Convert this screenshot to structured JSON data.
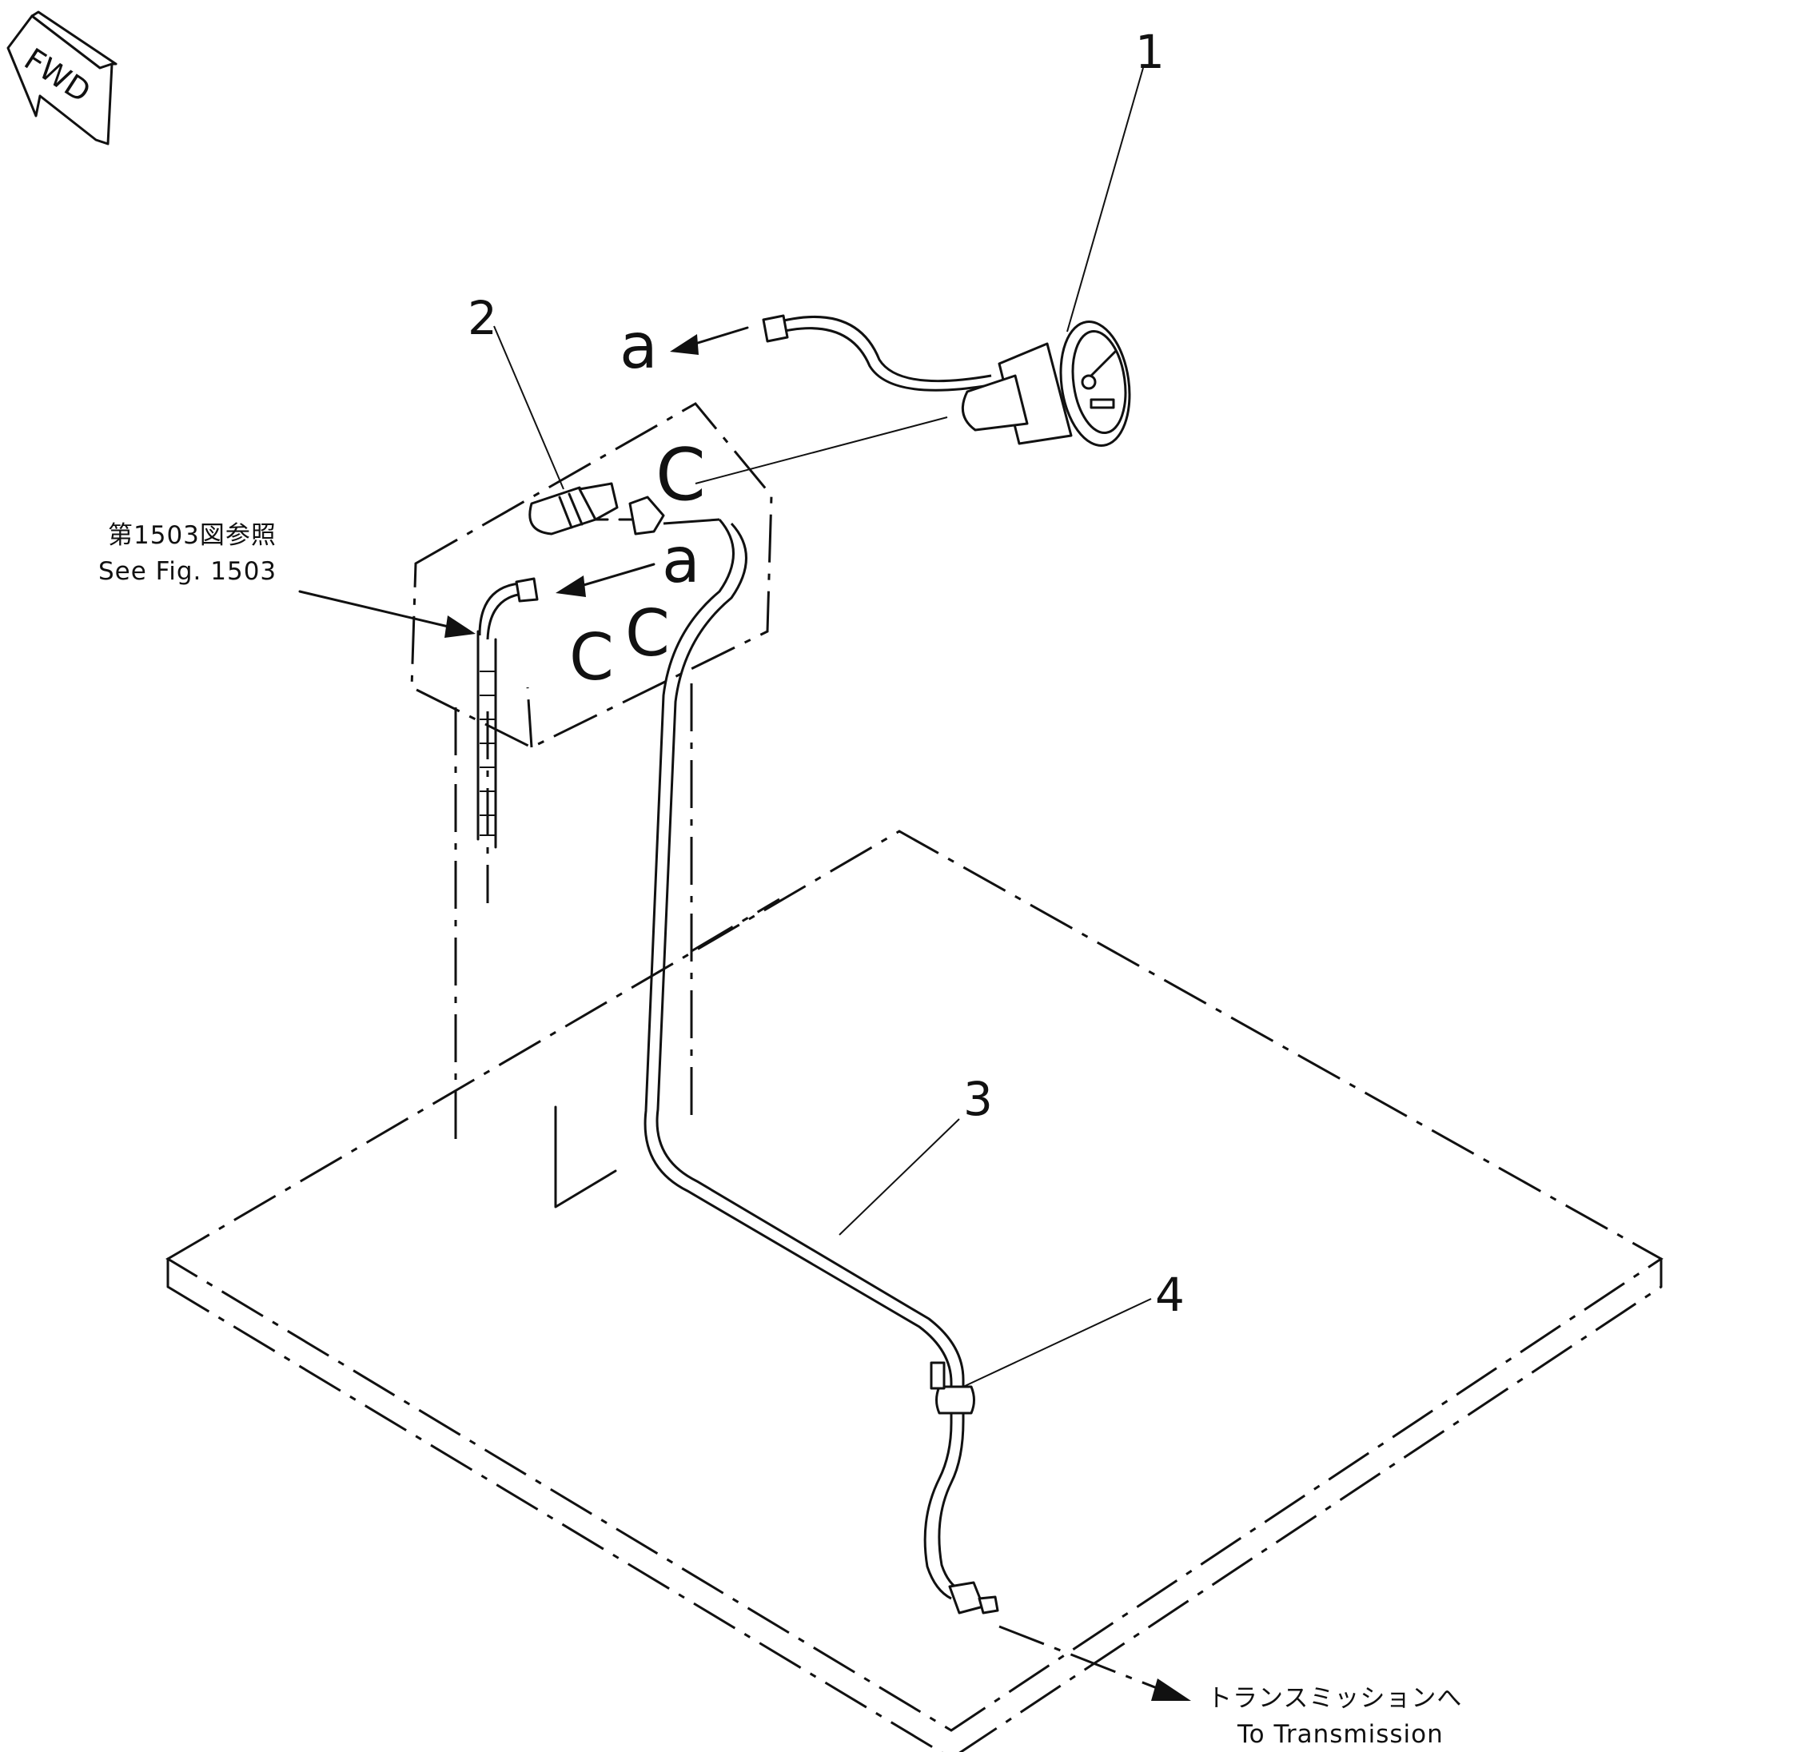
{
  "direction_badge": {
    "label": "FWD"
  },
  "callouts": [
    {
      "id": "1",
      "label": "1"
    },
    {
      "id": "2",
      "label": "2"
    },
    {
      "id": "3",
      "label": "3"
    },
    {
      "id": "4",
      "label": "4"
    }
  ],
  "connection_marks": {
    "upper": "a",
    "lower": "a"
  },
  "panel_marks": {
    "first": "C",
    "second": "C",
    "third": "C"
  },
  "reference_note": {
    "jp": "第1503図参照",
    "en": "See Fig. 1503"
  },
  "destination_note": {
    "jp": "トランスミッションへ",
    "en": "To Transmission"
  }
}
